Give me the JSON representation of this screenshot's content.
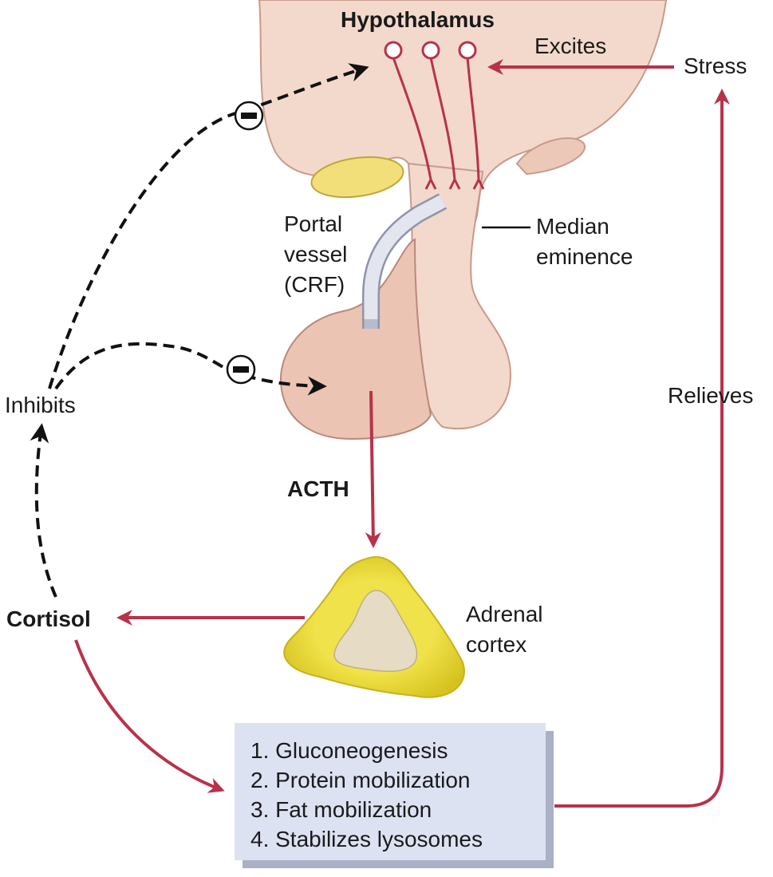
{
  "labels": {
    "hypothalamus": "Hypothalamus",
    "excites": "Excites",
    "stress": "Stress",
    "portal_vessel_line1": "Portal",
    "portal_vessel_line2": "vessel",
    "portal_vessel_line3": "(CRF)",
    "median_eminence_line1": "Median",
    "median_eminence_line2": "eminence",
    "inhibits": "Inhibits",
    "relieves": "Relieves",
    "acth": "ACTH",
    "cortisol": "Cortisol",
    "adrenal_cortex_line1": "Adrenal",
    "adrenal_cortex_line2": "cortex"
  },
  "effects": [
    "1. Gluconeogenesis",
    "2. Protein mobilization",
    "3. Fat mobilization",
    "4. Stabilizes lysosomes"
  ],
  "colors": {
    "arrow": "#b8324a",
    "tissue": "#f3d9cc",
    "pituitary_anterior": "#ebc4b4",
    "adrenal": "#e8d63a",
    "box": "#dde2f3"
  }
}
